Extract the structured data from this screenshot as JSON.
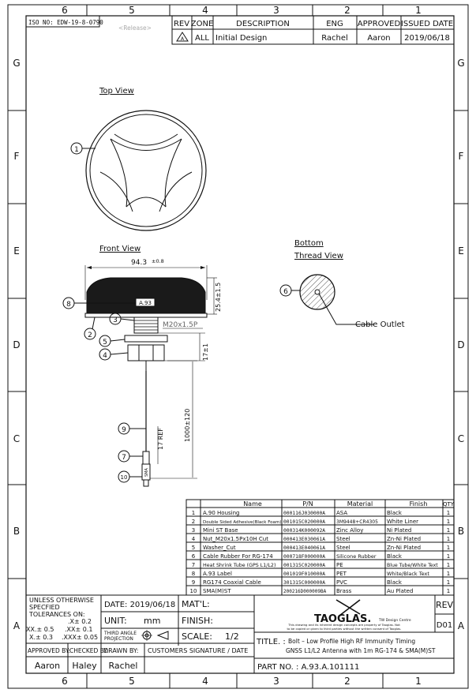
{
  "header": {
    "iso_no": "ISO NO: EDW-19-8-0790",
    "release": "<Release>",
    "col_rev": "REV",
    "col_zone": "ZONE",
    "col_desc": "DESCRIPTION",
    "col_eng": "ENG",
    "col_approved": "APPROVED",
    "col_issued": "ISSUED DATE",
    "rev_symbol": "A",
    "zone": "ALL",
    "description": "Initial Design",
    "eng": "Rachel",
    "approved": "Aaron",
    "issued_date": "2019/06/18"
  },
  "grid": {
    "top_cols": [
      "6",
      "5",
      "4",
      "3",
      "2",
      "1"
    ],
    "bottom_cols": [
      "6",
      "5",
      "4",
      "3",
      "2",
      "1"
    ],
    "rows": [
      "G",
      "F",
      "E",
      "D",
      "C",
      "B",
      "A"
    ]
  },
  "views": {
    "top_view": "Top View",
    "front_view": "Front View",
    "bottom_view_1": "Bottom",
    "bottom_view_2": "Thread View"
  },
  "dims": {
    "width": "94.3",
    "width_tol": "±0.8",
    "height": "25.4±1.5",
    "thread": "M20x1.5P",
    "thread_len": "17±1",
    "cable_len": "1000±120",
    "ref": "17 REF",
    "cable_outlet": "Cable Outlet",
    "label_tag": "A.93",
    "sma_tag": "SMA"
  },
  "balloons": [
    "1",
    "2",
    "3",
    "4",
    "5",
    "6",
    "7",
    "8",
    "9",
    "10"
  ],
  "bom": {
    "headers": [
      "Name",
      "P/N",
      "Material",
      "Finish",
      "QTY"
    ],
    "rows": [
      {
        "no": "1",
        "name": "A.90 Housing",
        "pn": "000116J030000A",
        "material": "ASA",
        "finish": "Black",
        "qty": "1"
      },
      {
        "no": "2",
        "name": "Double Sided Adhesive(Black Foam)",
        "pn": "001015C020000A",
        "material": "3M9448+CR4305",
        "finish": "White Liner",
        "qty": "1"
      },
      {
        "no": "3",
        "name": "Mini ST Base",
        "pn": "000314K000092A",
        "material": "Zinc Alloy",
        "finish": "Ni Plated",
        "qty": "1"
      },
      {
        "no": "4",
        "name": "Nut_M20x1.5Px10H Cut",
        "pn": "000413E030061A",
        "material": "Steel",
        "finish": "Zn-Ni Plated",
        "qty": "1"
      },
      {
        "no": "5",
        "name": "Washer_Cut",
        "pn": "000413E040061A",
        "material": "Steel",
        "finish": "Zn-Ni Plated",
        "qty": "1"
      },
      {
        "no": "6",
        "name": "Cable Rubber For RG-174",
        "pn": "000718F000000A",
        "material": "Silicone Rubber",
        "finish": "Black",
        "qty": "1"
      },
      {
        "no": "7",
        "name": "Heat Shrink Tube (GPS L1/L2)",
        "pn": "001315C020000A",
        "material": "PE",
        "finish": "Blue Tube/White Text",
        "qty": "1"
      },
      {
        "no": "8",
        "name": "A.93 Label",
        "pn": "001019F010000A",
        "material": "PET",
        "finish": "White/Black Text",
        "qty": "1"
      },
      {
        "no": "9",
        "name": "RG174 Coaxial Cable",
        "pn": "301315C000000A",
        "material": "PVC",
        "finish": "Black",
        "qty": "1"
      },
      {
        "no": "10",
        "name": "SMA(M)ST",
        "pn": "200216D000009BA",
        "material": "Brass",
        "finish": "Au Plated",
        "qty": "1"
      }
    ]
  },
  "title_block": {
    "unless": "UNLESS OTHERWISE",
    "specified": "SPECFIED",
    "tolerances": "TOLERANCES ON:",
    "tol_x": ".X± 0.2",
    "tol_xx_a": "XX.± 0.5",
    "tol_xx_b": ".XX± 0.1",
    "tol_x_a": "X.± 0.3",
    "tol_xxx": ".XXX± 0.05",
    "date": "DATE: 2019/06/18",
    "unit_label": "UNIT:",
    "unit_value": "mm",
    "projection_1": "THIRD ANGLE",
    "projection_2": "PROJECTION",
    "matl": "MAT'L:",
    "finish": "FINISH:",
    "scale_label": "SCALE:",
    "scale_value": "1/2",
    "approved_by": "APPROVED BY:",
    "checked_by": "CHECKED BY:",
    "drawn_by": "DRAWN BY:",
    "customer_sig": "CUSTOMERS SIGNATURE / DATE",
    "approver": "Aaron",
    "checker": "Haley",
    "drafter": "Rachel",
    "logo": "TAOGLAS.",
    "design_centre": "TW Design Centre",
    "notice_1": "This drawing and its inherent design concepts are property of Taoglas. Not",
    "notice_2": "to be copied or given to third parties without the written consent of Taoglas.",
    "rev_label": "REV",
    "rev_value": "D01",
    "title_label": "TITLE. :",
    "title_1": "Bolt – Low Profile High RF Immunity Timing",
    "title_2": "GNSS L1/L2 Antenna with 1m RG-174 & SMA(M)ST",
    "part_no": "PART NO. : A.93.A.101111"
  }
}
